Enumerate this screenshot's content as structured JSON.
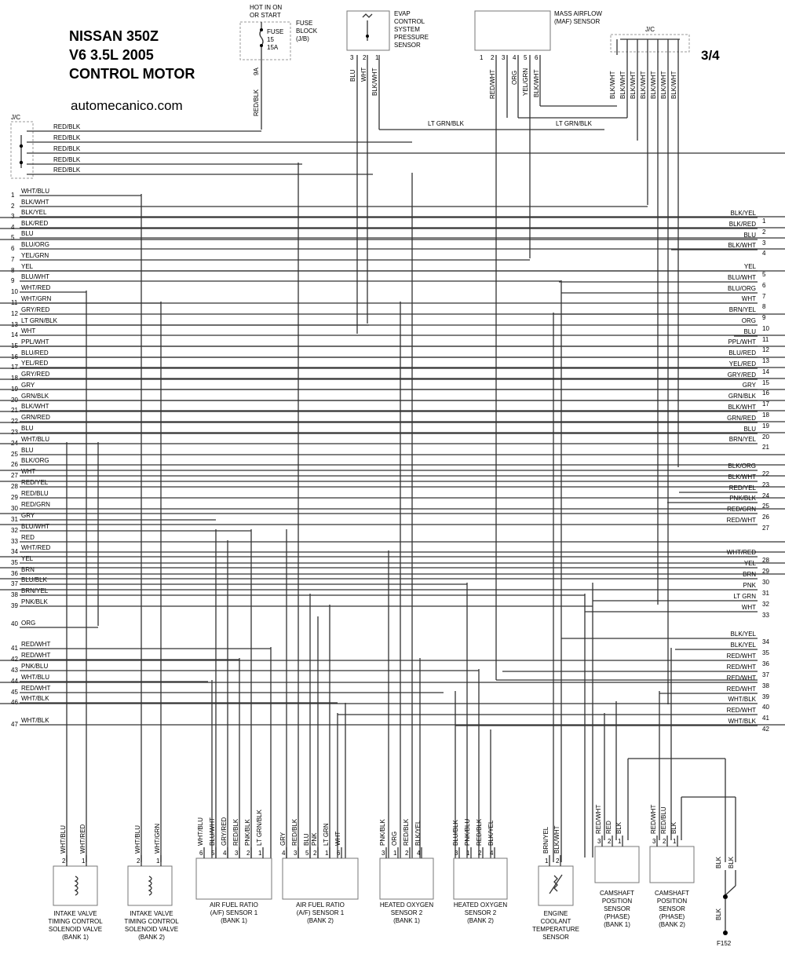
{
  "title": {
    "line1": "NISSAN 350Z",
    "line2": "V6 3.5L 2005",
    "line3": "CONTROL MOTOR",
    "site": "automecanico.com",
    "page": "3/4"
  },
  "fuse": {
    "hot": [
      "HOT IN ON",
      "OR START"
    ],
    "label": [
      "FUSE",
      "15",
      "15A"
    ],
    "block": [
      "FUSE",
      "BLOCK",
      "(J/B)"
    ],
    "pin": "9A",
    "wire": "RED/BLK"
  },
  "evap": {
    "name": [
      "EVAP",
      "CONTROL",
      "SYSTEM",
      "PRESSURE",
      "SENSOR"
    ],
    "pins": [
      "3",
      "2",
      "1"
    ],
    "wires": [
      "BLU",
      "WHT",
      "BLK/WHT"
    ]
  },
  "maf": {
    "name": [
      "MASS AIRFLOW",
      "(MAF) SENSOR"
    ],
    "pins": [
      "1",
      "2",
      "3",
      "4",
      "5",
      "6"
    ],
    "wires": [
      "RED/WHT",
      "ORG",
      "YEL/GRN",
      "BLK/WHT"
    ]
  },
  "jc": {
    "label": "J/C",
    "top_wires": [
      "BLK/WHT",
      "BLK/WHT",
      "BLK/WHT",
      "BLK/WHT",
      "BLK/WHT",
      "BLK/WHT",
      "BLK/WHT"
    ],
    "left_wires": [
      "RED/BLK",
      "RED/BLK",
      "RED/BLK",
      "RED/BLK",
      "RED/BLK"
    ],
    "ltgrn": "LT GRN/BLK"
  },
  "left_rows": [
    {
      "n": "1",
      "c": "WHT/BLU"
    },
    {
      "n": "2",
      "c": "BLK/WHT"
    },
    {
      "n": "3",
      "c": "BLK/YEL"
    },
    {
      "n": "4",
      "c": "BLK/RED"
    },
    {
      "n": "5",
      "c": "BLU"
    },
    {
      "n": "6",
      "c": "BLU/ORG"
    },
    {
      "n": "7",
      "c": "YEL/GRN"
    },
    {
      "n": "8",
      "c": "YEL"
    },
    {
      "n": "9",
      "c": "BLU/WHT"
    },
    {
      "n": "10",
      "c": "WHT/RED"
    },
    {
      "n": "11",
      "c": "WHT/GRN"
    },
    {
      "n": "12",
      "c": "GRY/RED"
    },
    {
      "n": "13",
      "c": "LT GRN/BLK"
    },
    {
      "n": "14",
      "c": "WHT"
    },
    {
      "n": "15",
      "c": "PPL/WHT"
    },
    {
      "n": "16",
      "c": "BLU/RED"
    },
    {
      "n": "17",
      "c": "YEL/RED"
    },
    {
      "n": "18",
      "c": "GRY/RED"
    },
    {
      "n": "19",
      "c": "GRY"
    },
    {
      "n": "20",
      "c": "GRN/BLK"
    },
    {
      "n": "21",
      "c": "BLK/WHT"
    },
    {
      "n": "22",
      "c": "GRN/RED"
    },
    {
      "n": "23",
      "c": "BLU"
    },
    {
      "n": "24",
      "c": "WHT/BLU"
    },
    {
      "n": "25",
      "c": "BLU"
    },
    {
      "n": "26",
      "c": "BLK/ORG"
    },
    {
      "n": "27",
      "c": "WHT"
    },
    {
      "n": "28",
      "c": "RED/YEL"
    },
    {
      "n": "29",
      "c": "RED/BLU"
    },
    {
      "n": "30",
      "c": "RED/GRN"
    },
    {
      "n": "31",
      "c": "GRY"
    },
    {
      "n": "32",
      "c": "BLU/WHT"
    },
    {
      "n": "33",
      "c": "RED"
    },
    {
      "n": "34",
      "c": "WHT/RED"
    },
    {
      "n": "35",
      "c": "YEL"
    },
    {
      "n": "36",
      "c": "BRN"
    },
    {
      "n": "37",
      "c": "BLU/BLK"
    },
    {
      "n": "38",
      "c": "BRN/YEL"
    },
    {
      "n": "39",
      "c": "PNK/BLK"
    },
    {
      "n": "40",
      "c": "ORG"
    },
    {
      "n": "41",
      "c": "RED/WHT"
    },
    {
      "n": "42",
      "c": "RED/WHT"
    },
    {
      "n": "43",
      "c": "PNK/BLU"
    },
    {
      "n": "44",
      "c": "WHT/BLU"
    },
    {
      "n": "45",
      "c": "RED/WHT"
    },
    {
      "n": "46",
      "c": "WHT/BLK"
    },
    {
      "n": "47",
      "c": "WHT/BLK"
    }
  ],
  "right_rows": [
    {
      "n": "1",
      "c": "BLK/YEL"
    },
    {
      "n": "2",
      "c": "BLK/RED"
    },
    {
      "n": "3",
      "c": "BLU"
    },
    {
      "n": "4",
      "c": "BLK/WHT"
    },
    {
      "n": "5",
      "c": "YEL"
    },
    {
      "n": "6",
      "c": "BLU/WHT"
    },
    {
      "n": "7",
      "c": "BLU/ORG"
    },
    {
      "n": "8",
      "c": "WHT"
    },
    {
      "n": "9",
      "c": "BRN/YEL"
    },
    {
      "n": "10",
      "c": "ORG"
    },
    {
      "n": "11",
      "c": "BLU"
    },
    {
      "n": "12",
      "c": "PPL/WHT"
    },
    {
      "n": "13",
      "c": "BLU/RED"
    },
    {
      "n": "14",
      "c": "YEL/RED"
    },
    {
      "n": "15",
      "c": "GRY/RED"
    },
    {
      "n": "16",
      "c": "GRY"
    },
    {
      "n": "17",
      "c": "GRN/BLK"
    },
    {
      "n": "18",
      "c": "BLK/WHT"
    },
    {
      "n": "19",
      "c": "GRN/RED"
    },
    {
      "n": "20",
      "c": "BLU"
    },
    {
      "n": "21",
      "c": "BRN/YEL"
    },
    {
      "n": "22",
      "c": "BLK/ORG"
    },
    {
      "n": "23",
      "c": "BLK/WHT"
    },
    {
      "n": "24",
      "c": "RED/YEL"
    },
    {
      "n": "25",
      "c": "PNK/BLK"
    },
    {
      "n": "26",
      "c": "RED/GRN"
    },
    {
      "n": "27",
      "c": "RED/WHT"
    },
    {
      "n": "28",
      "c": "WHT/RED"
    },
    {
      "n": "29",
      "c": "YEL"
    },
    {
      "n": "30",
      "c": "BRN"
    },
    {
      "n": "31",
      "c": "PNK"
    },
    {
      "n": "32",
      "c": "LT GRN"
    },
    {
      "n": "33",
      "c": "WHT"
    },
    {
      "n": "34",
      "c": "BLK/YEL"
    },
    {
      "n": "35",
      "c": "BLK/YEL"
    },
    {
      "n": "36",
      "c": "RED/WHT"
    },
    {
      "n": "37",
      "c": "RED/WHT"
    },
    {
      "n": "38",
      "c": "RED/WHT"
    },
    {
      "n": "39",
      "c": "RED/WHT"
    },
    {
      "n": "40",
      "c": "WHT/BLK"
    },
    {
      "n": "41",
      "c": "RED/WHT"
    },
    {
      "n": "42",
      "c": "WHT/BLK"
    }
  ],
  "components": [
    {
      "id": "ivt1",
      "name": [
        "INTAKE VALVE",
        "TIMING CONTROL",
        "SOLENOID VALVE",
        "(BANK 1)"
      ],
      "pins": [
        "2",
        "1"
      ],
      "wires": [
        "WHT/BLU",
        "WHT/RED"
      ]
    },
    {
      "id": "ivt2",
      "name": [
        "INTAKE VALVE",
        "TIMING CONTROL",
        "SOLENOID VALVE",
        "(BANK 2)"
      ],
      "pins": [
        "2",
        "1"
      ],
      "wires": [
        "WHT/BLU",
        "WHT/GRN"
      ]
    },
    {
      "id": "af1",
      "name": [
        "AIR FUEL RATIO",
        "(A/F) SENSOR 1",
        "(BANK 1)"
      ],
      "pins": [
        "6",
        "5",
        "4",
        "3",
        "2",
        "1"
      ],
      "wires": [
        "WHT/BLU",
        "BLU/WHT",
        "GRY/RED",
        "RED/BLK",
        "PNK/BLK",
        "LT GRN/BLK"
      ]
    },
    {
      "id": "af2",
      "name": [
        "AIR FUEL RATIO",
        "(A/F) SENSOR 1",
        "(BANK 2)"
      ],
      "pins": [
        "4",
        "3",
        "5",
        "2",
        "1",
        "6"
      ],
      "wires": [
        "GRY",
        "RED/BLK",
        "BLU",
        "PNK",
        "LT GRN",
        "WHT"
      ]
    },
    {
      "id": "ho1",
      "name": [
        "HEATED OXYGEN",
        "SENSOR 2",
        "(BANK 1)"
      ],
      "pins": [
        "3",
        "1",
        "2",
        "4"
      ],
      "wires": [
        "PNK/BLK",
        "ORG",
        "RED/BLK",
        "BLK/YEL"
      ]
    },
    {
      "id": "ho2",
      "name": [
        "HEATED OXYGEN",
        "SENSOR 2",
        "(BANK 2)"
      ],
      "pins": [
        "3",
        "1",
        "2",
        "4"
      ],
      "wires": [
        "BLU/BLK",
        "PNK/BLU",
        "RED/BLK",
        "BLK/YEL"
      ]
    },
    {
      "id": "ect",
      "name": [
        "ENGINE",
        "COOLANT",
        "TEMPERATURE",
        "SENSOR"
      ],
      "pins": [
        "1",
        "2"
      ],
      "wires": [
        "BRN/YEL",
        "BLK/WHT"
      ]
    },
    {
      "id": "cmp1",
      "name": [
        "CAMSHAFT",
        "POSITION",
        "SENSOR",
        "(PHASE)",
        "(BANK 1)"
      ],
      "pins": [
        "3",
        "2",
        "1"
      ],
      "wires": [
        "RED/WHT",
        "RED",
        "BLK"
      ]
    },
    {
      "id": "cmp2",
      "name": [
        "CAMSHAFT",
        "POSITION",
        "SENSOR",
        "(PHASE)",
        "(BANK 2)"
      ],
      "pins": [
        "3",
        "2",
        "1"
      ],
      "wires": [
        "RED/WHT",
        "RED/BLU",
        "BLK"
      ]
    }
  ],
  "ground": {
    "wires": [
      "BLK",
      "BLK",
      "BLK"
    ],
    "name": "F152"
  }
}
